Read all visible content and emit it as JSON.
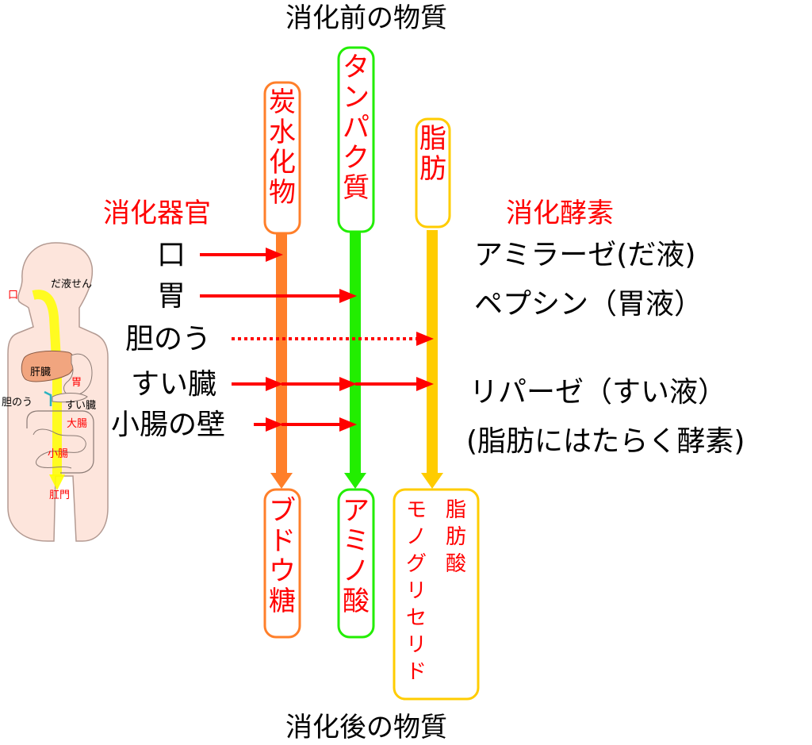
{
  "title_top": "消化前の物質",
  "title_bottom": "消化後の物質",
  "organ_heading": "消化器官",
  "enzyme_heading": "消化酵素",
  "colors": {
    "red": "#ff0000",
    "orange": "#ff7f2a",
    "green": "#22ee00",
    "yellow": "#ffcc00",
    "black": "#000000",
    "skin": "#fde5dc",
    "skin_stroke": "#b39a92",
    "liver": "#f1a57f",
    "teal": "#2bb3c0"
  },
  "nutrients": [
    {
      "id": "carb",
      "before": "炭水化物",
      "after": "ブドウ糖",
      "color": "#ff7f2a"
    },
    {
      "id": "protein",
      "before": "タンパク質",
      "after": "アミノ酸",
      "color": "#22ee00"
    },
    {
      "id": "fat",
      "before": "脂肪",
      "after_lines": [
        "脂肪酸",
        "モノグリセリド"
      ],
      "color": "#ffcc00"
    }
  ],
  "organs": [
    {
      "label": "口",
      "targets": [
        "carb"
      ],
      "dotted": false
    },
    {
      "label": "胃",
      "targets": [
        "protein"
      ],
      "dotted": false
    },
    {
      "label": "胆のう",
      "targets": [
        "fat"
      ],
      "dotted": true
    },
    {
      "label": "すい臓",
      "targets": [
        "carb",
        "protein",
        "fat"
      ],
      "dotted": false
    },
    {
      "label": "小腸の壁",
      "targets": [
        "carb",
        "protein"
      ],
      "dotted": false
    }
  ],
  "enzymes": [
    "アミラーゼ(だ液)",
    "ペプシン（胃液）",
    "リパーゼ（すい液）",
    "(脂肪にはたらく酵素)"
  ],
  "body_labels": {
    "mouth": "口",
    "saliva_gland": "だ液せん",
    "liver": "肝臓",
    "stomach": "胃",
    "gallbladder": "胆のう",
    "pancreas": "すい臓",
    "large_intestine": "大腸",
    "small_intestine": "小腸",
    "anus": "肛門"
  }
}
